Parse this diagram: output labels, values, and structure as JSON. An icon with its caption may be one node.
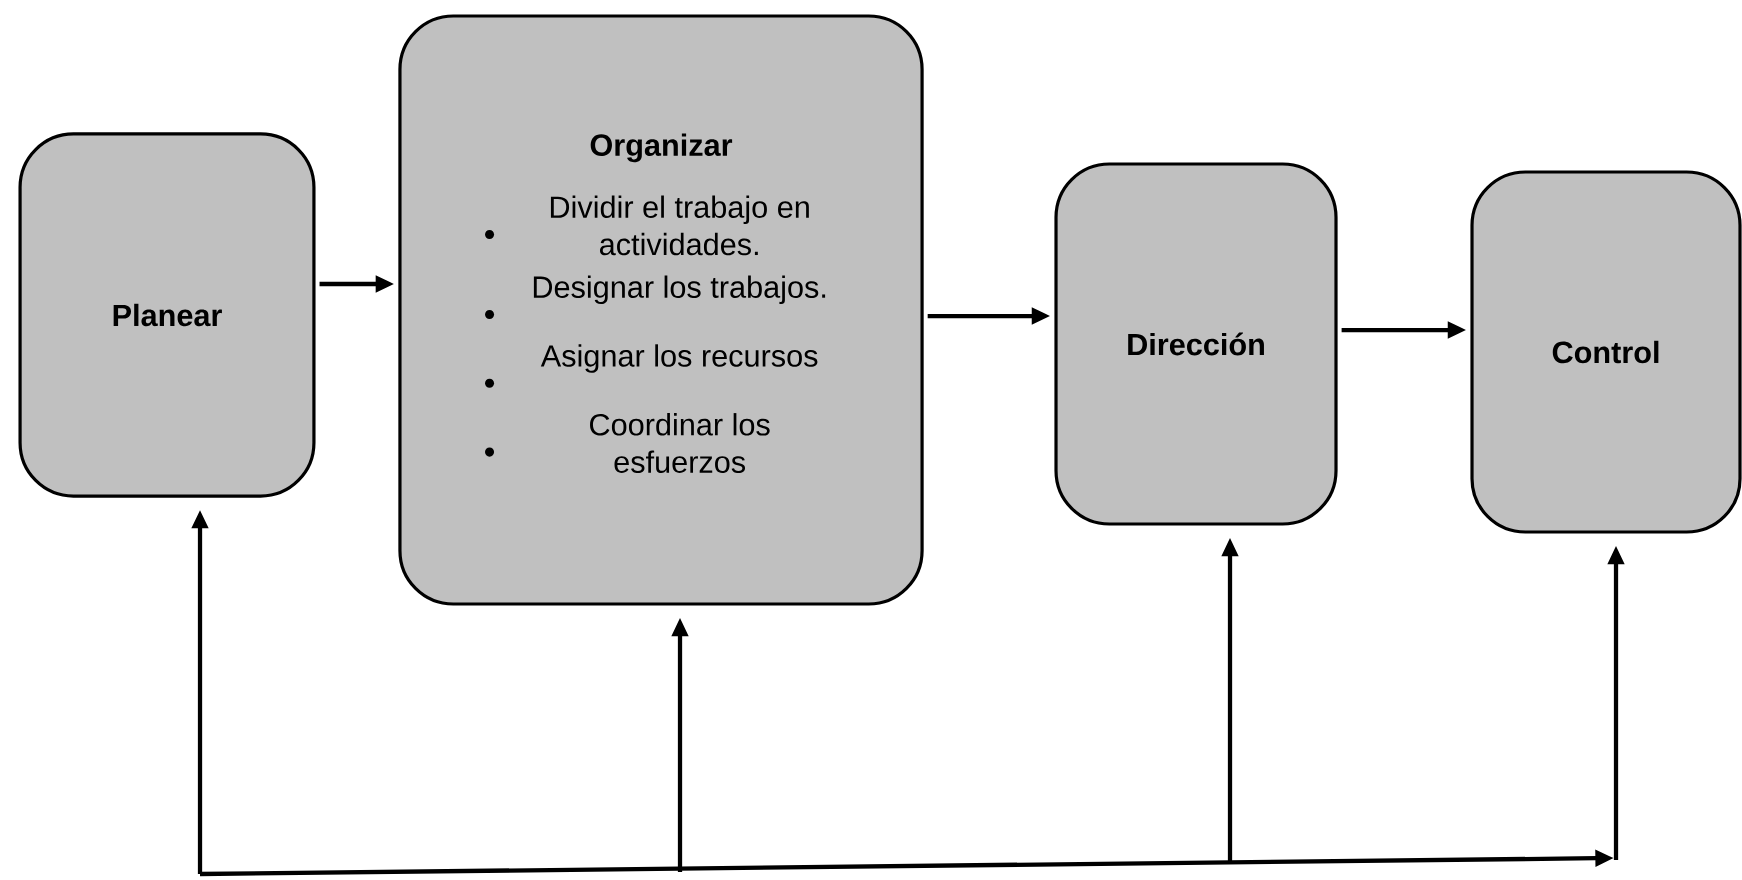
{
  "diagram": {
    "nodes": [
      {
        "text": [
          "Planear"
        ]
      },
      {
        "text": [
          "Organizar",
          "Dividir el trabajo en actividades.",
          "Designar los trabajos.",
          "Asignar los recursos",
          "Coordinar los esfuerzos"
        ]
      },
      {
        "text": [
          "Dirección"
        ]
      },
      {
        "text": [
          "Control"
        ]
      }
    ],
    "edges": [
      {
        "from": 0,
        "to": 1,
        "arrow": "to"
      },
      {
        "from": 1,
        "to": 2,
        "arrow": "to"
      },
      {
        "from": 2,
        "to": 3,
        "arrow": "to"
      },
      {
        "from": null,
        "to": 0,
        "arrow": "to"
      },
      {
        "from": null,
        "to": 1,
        "arrow": "to"
      },
      {
        "from": null,
        "to": 2,
        "arrow": "to"
      },
      {
        "from": null,
        "to": 3,
        "arrow": "to"
      }
    ]
  }
}
